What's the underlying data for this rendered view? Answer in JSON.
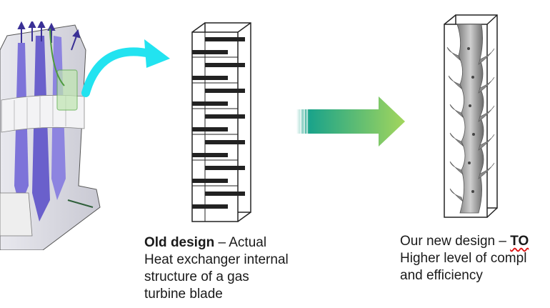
{
  "old_caption": {
    "title": "Old design",
    "dash": " – Actual",
    "line2": "Heat exchanger internal",
    "line3": "structure of a gas",
    "line4": "turbine blade"
  },
  "new_caption": {
    "lead": "Our new design – ",
    "brand": "TO",
    "line2": "Higher level of compl",
    "line3": "and efficiency"
  },
  "colors": {
    "cyan_arrow": "#22e3f0",
    "gradient_start": "#1aa38a",
    "gradient_end": "#a3d65c",
    "blade_purple": "#6b5fd6"
  }
}
